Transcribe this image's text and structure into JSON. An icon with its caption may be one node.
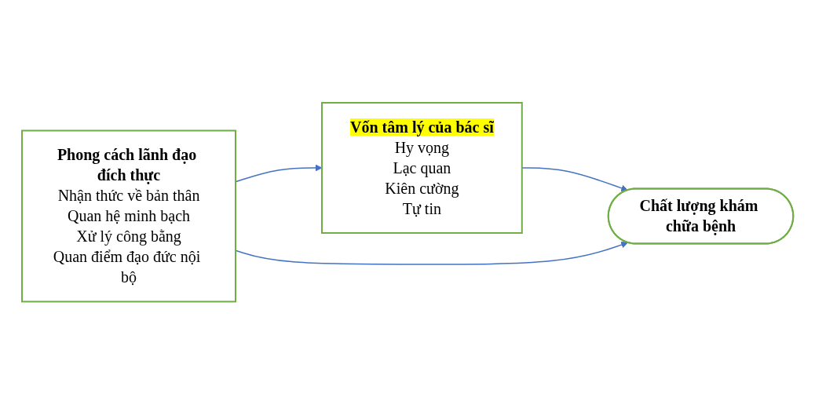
{
  "diagram": {
    "nodes": [
      {
        "text": [
          "Phong cách lãnh đạo đích thực",
          "Nhận thức về bản thân",
          "Quan hệ minh bạch",
          "Xử lý công bằng",
          "Quan điểm đạo đức nội bộ"
        ]
      },
      {
        "text": [
          "Vốn tâm lý của bác sĩ",
          "Hy vọng",
          "Lạc quan",
          "Kiên cường",
          "Tự tin"
        ]
      },
      {
        "text": [
          "Chất lượng khám chữa bệnh"
        ]
      }
    ],
    "edges": [
      {
        "from": 0,
        "to": 1,
        "arrow": "to"
      },
      {
        "from": 1,
        "to": 2,
        "arrow": "to"
      },
      {
        "from": 0,
        "to": 2,
        "arrow": "to"
      }
    ]
  }
}
